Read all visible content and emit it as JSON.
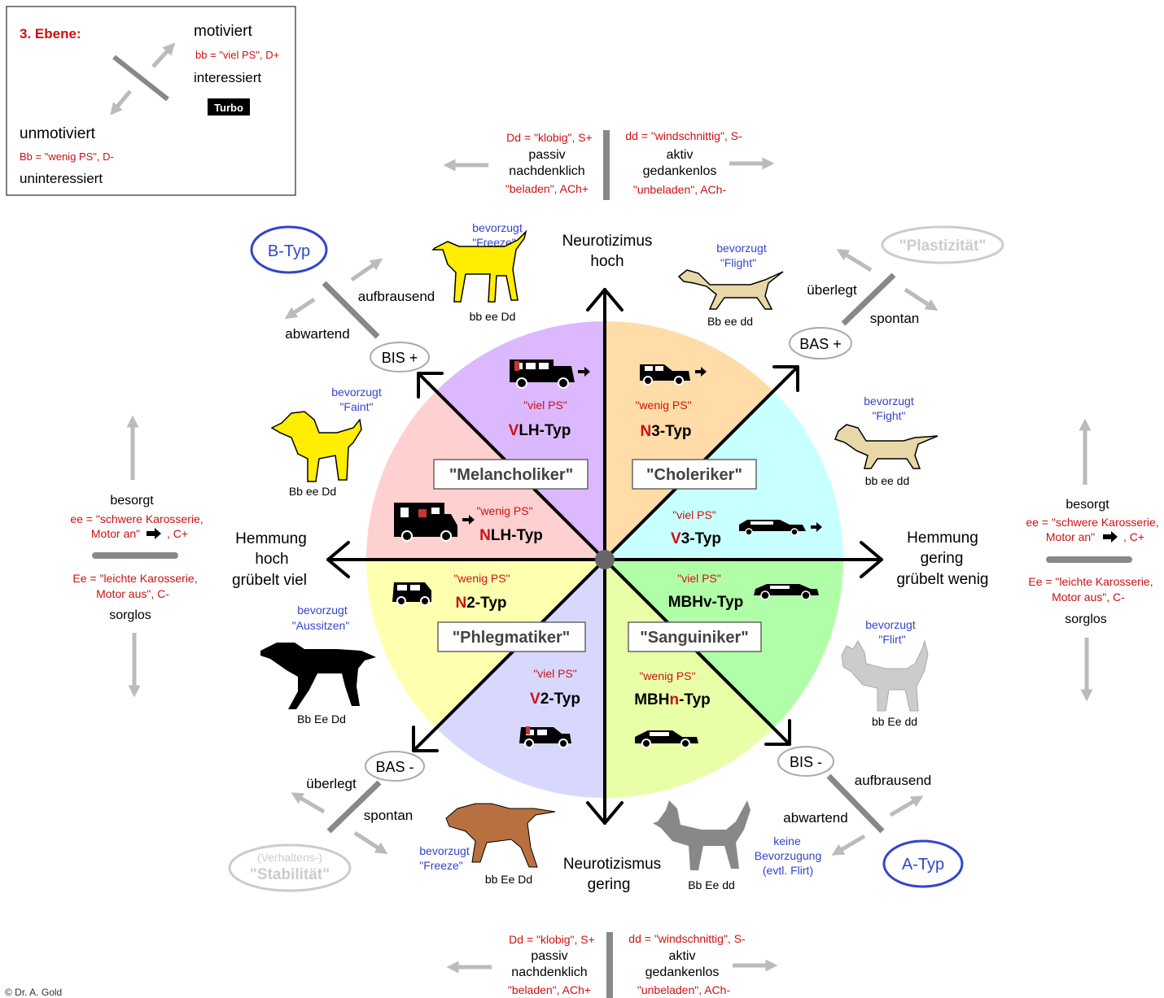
{
  "colors": {
    "purple": "#dcb8ff",
    "orange": "#ffdca8",
    "cyan": "#c8ffff",
    "green": "#b0ffa8",
    "lime": "#e8ffa8",
    "lavender": "#d8d8ff",
    "yellow": "#ffffb0",
    "pink": "#ffd0d0",
    "red": "#cc1111",
    "blue": "#3344cc",
    "arrow_gray": "#bbbbbb",
    "bar_gray": "#888888"
  },
  "legend": {
    "title": "3. Ebene:",
    "motiviert": "motiviert",
    "bb_line": "bb = \"viel PS\", D+",
    "interessiert": "interessiert",
    "turbo": "Turbo",
    "unmotiviert": "unmotiviert",
    "Bb_line": "Bb = \"wenig PS\", D-",
    "uninteressiert": "uninteressiert"
  },
  "top_panel": {
    "dd_klobig": "Dd = \"klobig\", S+",
    "passiv": "passiv",
    "nachdenklich": "nachdenklich",
    "beladen": "\"beladen\", ACh+",
    "dd_windschnittig": "dd = \"windschnittig\", S-",
    "aktiv": "aktiv",
    "gedankenlos": "gedankenlos",
    "unbeladen": "\"unbeladen\", ACh-"
  },
  "bottom_panel": {
    "dd_klobig": "Dd = \"klobig\", S+",
    "passiv": "passiv",
    "nachdenklich": "nachdenklich",
    "beladen": "\"beladen\", ACh+",
    "dd_windschnittig": "dd = \"windschnittig\", S-",
    "aktiv": "aktiv",
    "gedankenlos": "gedankenlos",
    "unbeladen": "\"unbeladen\", ACh-"
  },
  "side_panel": {
    "besorgt": "besorgt",
    "ee_line1": "ee = \"schwere Karosserie,",
    "ee_line2": "Motor an\"",
    "ee_c": ", C+",
    "Ee_line1": "Ee = \"leichte Karosserie,",
    "Ee_line2": "Motor aus\", C-",
    "sorglos": "sorglos"
  },
  "axes": {
    "top_1": "Neurotizimus",
    "top_2": "hoch",
    "bottom_1": "Neurotizismus",
    "bottom_2": "gering",
    "left_1": "Hemmung",
    "left_2": "hoch",
    "left_3": "grübelt viel",
    "right_1": "Hemmung",
    "right_2": "gering",
    "right_3": "grübelt wenig"
  },
  "quadrants": {
    "melancholiker": "\"Melancholiker\"",
    "choleriker": "\"Choleriker\"",
    "phlegmatiker": "\"Phlegmatiker\"",
    "sanguiniker": "\"Sanguiniker\""
  },
  "segments": [
    {
      "ps": "\"viel PS\"",
      "prefix": "V",
      "suffix": "LH-Typ"
    },
    {
      "ps": "\"wenig PS\"",
      "prefix": "N",
      "suffix": "3-Typ"
    },
    {
      "ps": "\"viel PS\"",
      "prefix": "V",
      "suffix": "3-Typ"
    },
    {
      "ps": "\"viel PS\"",
      "prefix": "MBHv-Typ",
      "suffix": ""
    },
    {
      "ps": "\"wenig PS\"",
      "prefix": "MBH",
      "mid": "n",
      "suffix": "-Typ"
    },
    {
      "ps": "\"viel PS\"",
      "prefix": "V",
      "suffix": "2-Typ"
    },
    {
      "ps": "\"wenig PS\"",
      "prefix": "N",
      "suffix": "2-Typ"
    },
    {
      "ps": "\"wenig PS\"",
      "prefix": "N",
      "suffix": "LH-Typ"
    }
  ],
  "dogs": {
    "freeze_top": {
      "pref1": "bevorzugt",
      "pref2": "\"Freeze\"",
      "genes": "bb ee Dd"
    },
    "flight": {
      "pref1": "bevorzugt",
      "pref2": "\"Flight\"",
      "genes": "Bb ee dd"
    },
    "faint": {
      "pref1": "bevorzugt",
      "pref2": "\"Faint\"",
      "genes": "Bb ee Dd"
    },
    "fight": {
      "pref1": "bevorzugt",
      "pref2": "\"Fight\"",
      "genes": "bb ee dd"
    },
    "aussitzen": {
      "pref1": "bevorzugt",
      "pref2": "\"Aussitzen\"",
      "genes": "Bb Ee Dd"
    },
    "flirt": {
      "pref1": "bevorzugt",
      "pref2": "\"Flirt\"",
      "genes": "bb Ee dd"
    },
    "freeze_bottom": {
      "pref1": "bevorzugt",
      "pref2": "\"Freeze\"",
      "genes": "bb Ee Dd"
    },
    "keine": {
      "pref1": "keine",
      "pref2": "Bevorzugung",
      "pref3": "(evtl. Flirt)",
      "genes": "Bb Ee dd"
    }
  },
  "corners": {
    "b_typ": "B-Typ",
    "aufbrausend_tl": "aufbrausend",
    "abwartend_tl": "abwartend",
    "bis_plus": "BIS +",
    "plastizitaet": "\"Plastizität\"",
    "ueberlegt_tr": "überlegt",
    "spontan_tr": "spontan",
    "bas_plus": "BAS +",
    "bas_minus": "BAS -",
    "ueberlegt_bl": "überlegt",
    "spontan_bl": "spontan",
    "verhaltens": "(Verhaltens-)",
    "stabilitaet": "\"Stabilität\"",
    "bis_minus": "BIS -",
    "aufbrausend_br": "aufbrausend",
    "abwartend_br": "abwartend",
    "a_typ": "A-Typ"
  },
  "copyright": "© Dr. A. Gold"
}
